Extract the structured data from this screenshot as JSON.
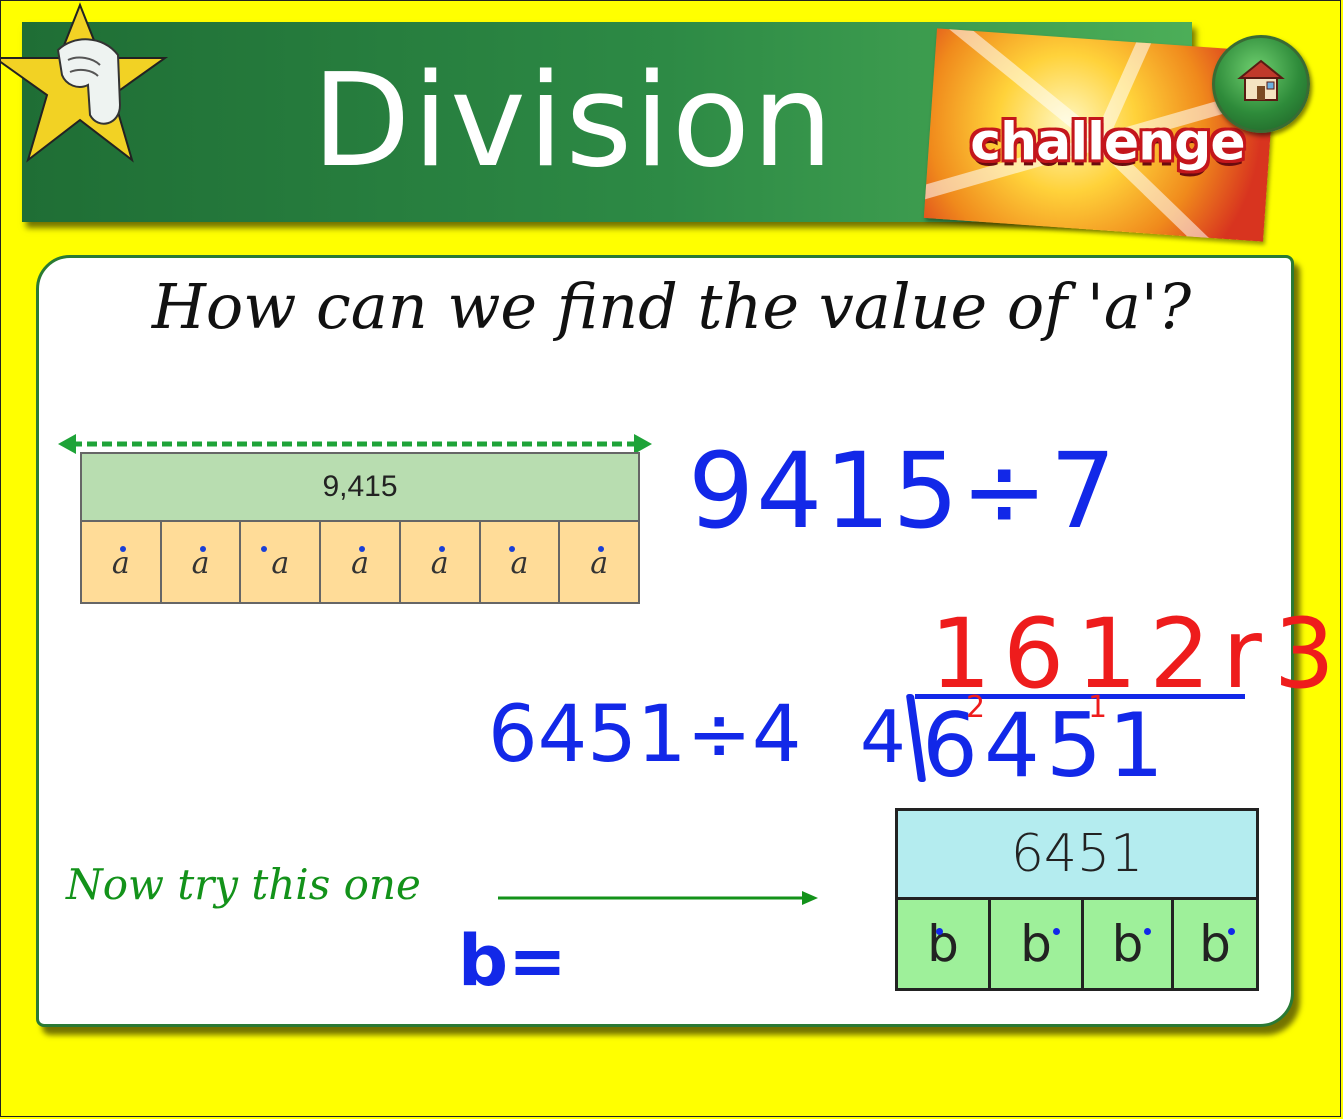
{
  "header": {
    "title": "Division",
    "badge_text": "challenge",
    "home_button_icon": "house-icon",
    "star_icon": "star-pointing-hand-icon"
  },
  "question": "How can we find the value of 'a'?",
  "bar_model_a": {
    "total": "9,415",
    "cells": [
      "a",
      "a",
      "a",
      "a",
      "a",
      "a",
      "a"
    ]
  },
  "working": {
    "equation_a": "9415÷7",
    "quotient": "1612r3",
    "equation_b": "6451÷4",
    "divisor": "4",
    "dividend": "6451",
    "carry_1": "2",
    "carry_2": "1",
    "b_answer": "b="
  },
  "prompt": {
    "try_text": "Now try this one"
  },
  "bar_model_b": {
    "total": "6451",
    "cells": [
      "b",
      "b",
      "b",
      "b"
    ]
  },
  "colors": {
    "background": "#ffff00",
    "banner": "#2d8a45",
    "handwriting_blue": "#1228e8",
    "handwriting_red": "#ee1c1c",
    "prompt_green": "#13921a"
  }
}
